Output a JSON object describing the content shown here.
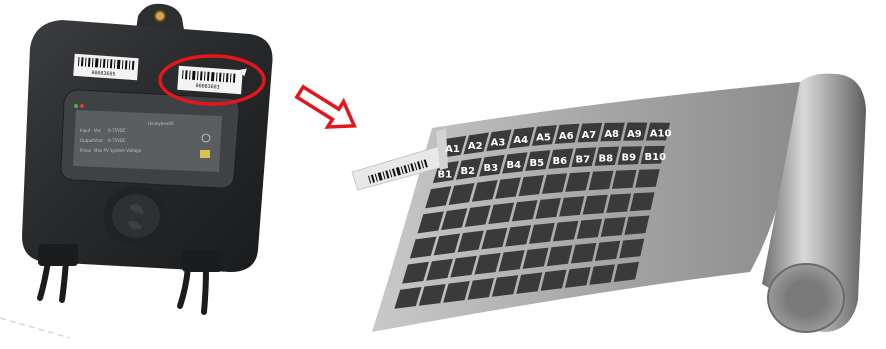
{
  "device": {
    "brand_text": "HoneybeeX0",
    "label_left_code": "00083605",
    "label_right_code": "00083603",
    "spec_rows": [
      [
        "Input",
        "Voc",
        "0-75VDC"
      ],
      [
        "Output",
        "Vout",
        "0-75VDC"
      ],
      [
        "Pmax",
        "Max PV System Voltage",
        ""
      ]
    ]
  },
  "sheet": {
    "row_a_labels": [
      "A1",
      "A2",
      "A3",
      "A4",
      "A5",
      "A6",
      "A7",
      "A8",
      "A9",
      "A10"
    ],
    "row_b_labels": [
      "B1",
      "B2",
      "B3",
      "B4",
      "B5",
      "B6",
      "B7",
      "B8",
      "B9",
      "B10"
    ]
  },
  "colors": {
    "highlight_circle": "#e4161b",
    "arrow": "#e4161b",
    "device_body": "#2a2c2e",
    "sheet_surface": "#9a9a9a",
    "label_cell": "#3a3a3a"
  }
}
